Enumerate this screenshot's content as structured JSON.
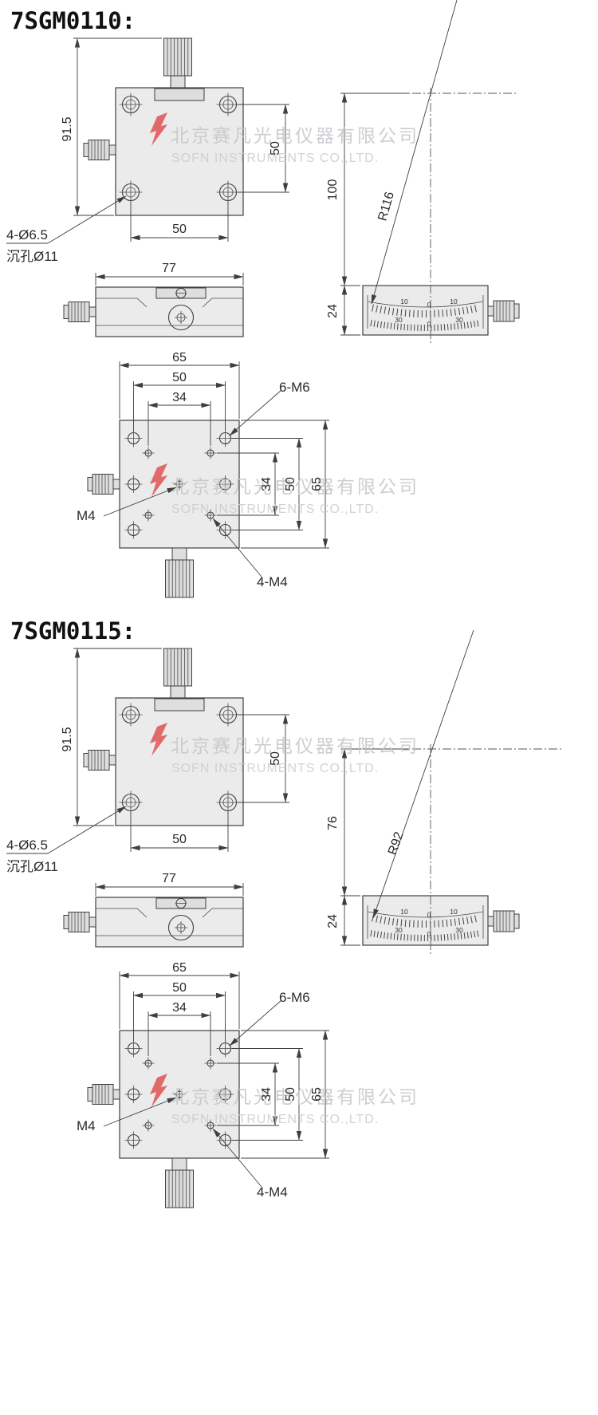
{
  "watermark": {
    "company_cn": "北京赛凡光电仪器有限公司",
    "company_en": "SOFN INSTRUMENTS CO.,LTD.",
    "logo_color": "#e05252"
  },
  "sections": [
    {
      "title": "7SGM0110:",
      "front_view": {
        "dim_overall_height": "91.5",
        "dim_hole_spacing_v": "50",
        "dim_hole_spacing_h": "50",
        "leader_hole_line1": "4-Ø6.5",
        "leader_hole_line2": "沉孔Ø11"
      },
      "top_view": {
        "dim_width": "77"
      },
      "side_view": {
        "dim_height": "100",
        "radius_label": "R116",
        "dim_base_height": "24",
        "scale_upper": [
          "10",
          "0",
          "10"
        ],
        "scale_lower": [
          "30",
          "0",
          "30"
        ]
      },
      "bottom_view": {
        "dim_width": "65",
        "dim_spacing_50": "50",
        "dim_spacing_34": "34",
        "dim_right_34": "34",
        "dim_right_50": "50",
        "dim_right_65": "65",
        "label_6m6": "6-M6",
        "label_m4": "M4",
        "label_4m4": "4-M4"
      }
    },
    {
      "title": "7SGM0115:",
      "front_view": {
        "dim_overall_height": "91.5",
        "dim_hole_spacing_v": "50",
        "dim_hole_spacing_h": "50",
        "leader_hole_line1": "4-Ø6.5",
        "leader_hole_line2": "沉孔Ø11"
      },
      "top_view": {
        "dim_width": "77"
      },
      "side_view": {
        "dim_height": "76",
        "radius_label": "R92",
        "dim_base_height": "24",
        "scale_upper": [
          "10",
          "0",
          "10"
        ],
        "scale_lower": [
          "30",
          "0",
          "30"
        ]
      },
      "bottom_view": {
        "dim_width": "65",
        "dim_spacing_50": "50",
        "dim_spacing_34": "34",
        "dim_right_34": "34",
        "dim_right_50": "50",
        "dim_right_65": "65",
        "label_6m6": "6-M6",
        "label_m4": "M4",
        "label_4m4": "4-M4"
      }
    }
  ]
}
